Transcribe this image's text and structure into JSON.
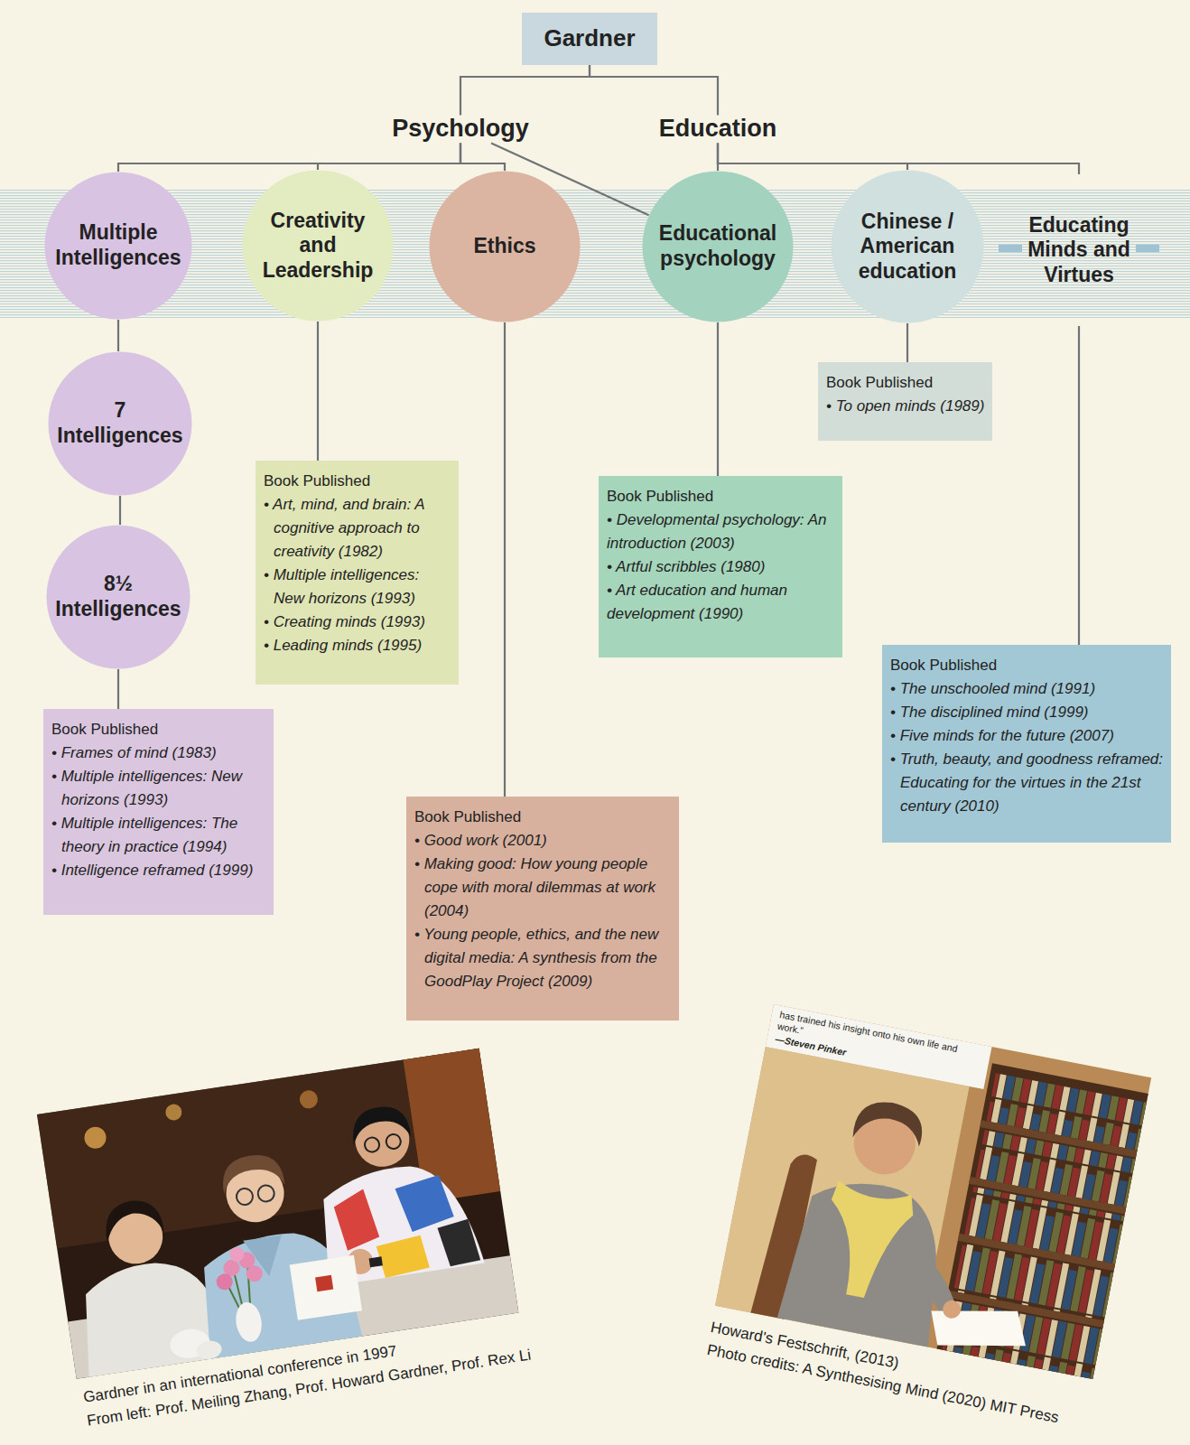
{
  "diagram": {
    "nodes": [
      {
        "text": [
          "Gardner"
        ]
      },
      {
        "text": [
          "Psychology"
        ]
      },
      {
        "text": [
          "Education"
        ]
      },
      {
        "text": [
          "Multiple Intelligences"
        ]
      },
      {
        "text": [
          "Creativity and Leadership"
        ]
      },
      {
        "text": [
          "Ethics"
        ]
      },
      {
        "text": [
          "Educational psychology"
        ]
      },
      {
        "text": [
          "Chinese / American education"
        ]
      },
      {
        "text": [
          "Educating Minds and Virtues"
        ]
      },
      {
        "text": [
          "7 Intelligences"
        ]
      },
      {
        "text": [
          "8½ Intelligences"
        ]
      },
      {
        "text": [
          "Book Published",
          "• To open minds (1989)"
        ]
      },
      {
        "text": [
          "Book Published",
          "• Art, mind, and brain: A cognitive approach to creativity (1982)",
          "• Multiple intelligences: New horizons (1993)",
          "• Creating minds (1993)",
          "• Leading minds (1995)"
        ]
      },
      {
        "text": [
          "Book Published",
          "• Developmental psychology: An introduction (2003)",
          "• Artful scribbles (1980)",
          "• Art education and human development (1990)"
        ]
      },
      {
        "text": [
          "Book Published",
          "• The unschooled mind (1991)",
          "• The disciplined mind (1999)",
          "• Five minds for the future (2007)",
          "• Truth, beauty, and goodness reframed: Educating for the virtues in the 21st century (2010)"
        ]
      },
      {
        "text": [
          "Book Published",
          "• Frames of mind (1983)",
          "• Multiple intelligences: New horizons (1993)",
          "• Multiple intelligences: The theory in practice (1994)",
          "• Intelligence reframed (1999)"
        ]
      },
      {
        "text": [
          "Book Published",
          "• Good work (2001)",
          "• Making good: How young people cope with moral dilemmas at work (2004)",
          "• Young people, ethics, and the new digital media: A synthesis from the GoodPlay Project (2009)"
        ]
      }
    ],
    "edges": [
      {
        "from": 0,
        "to": 1,
        "arrow": "none"
      },
      {
        "from": 0,
        "to": 2,
        "arrow": "none"
      },
      {
        "from": 1,
        "to": 3,
        "arrow": "none"
      },
      {
        "from": 1,
        "to": 4,
        "arrow": "none"
      },
      {
        "from": 1,
        "to": 5,
        "arrow": "none"
      },
      {
        "from": 1,
        "to": 6,
        "arrow": "none"
      },
      {
        "from": 2,
        "to": 6,
        "arrow": "none"
      },
      {
        "from": 2,
        "to": 7,
        "arrow": "none"
      },
      {
        "from": 2,
        "to": 8,
        "arrow": "none"
      },
      {
        "from": 3,
        "to": 9,
        "arrow": "none"
      },
      {
        "from": 9,
        "to": 10,
        "arrow": "none"
      },
      {
        "from": 10,
        "to": 15,
        "arrow": "none"
      },
      {
        "from": 4,
        "to": 12,
        "arrow": "none"
      },
      {
        "from": 5,
        "to": 16,
        "arrow": "none"
      },
      {
        "from": 6,
        "to": 13,
        "arrow": "none"
      },
      {
        "from": 7,
        "to": 11,
        "arrow": "none"
      },
      {
        "from": 8,
        "to": 14,
        "arrow": "none"
      }
    ],
    "labels": [
      "has trained his insight onto his own life and work.”",
      "—Steven Pinker",
      "Gardner in an international conference in 1997",
      "From left: Prof. Meiling Zhang, Prof. Howard Gardner, Prof. Rex Li",
      "Howard's Festschrift, (2013)",
      "Photo credits: A Synthesising Mind (2020) MIT Press"
    ]
  }
}
